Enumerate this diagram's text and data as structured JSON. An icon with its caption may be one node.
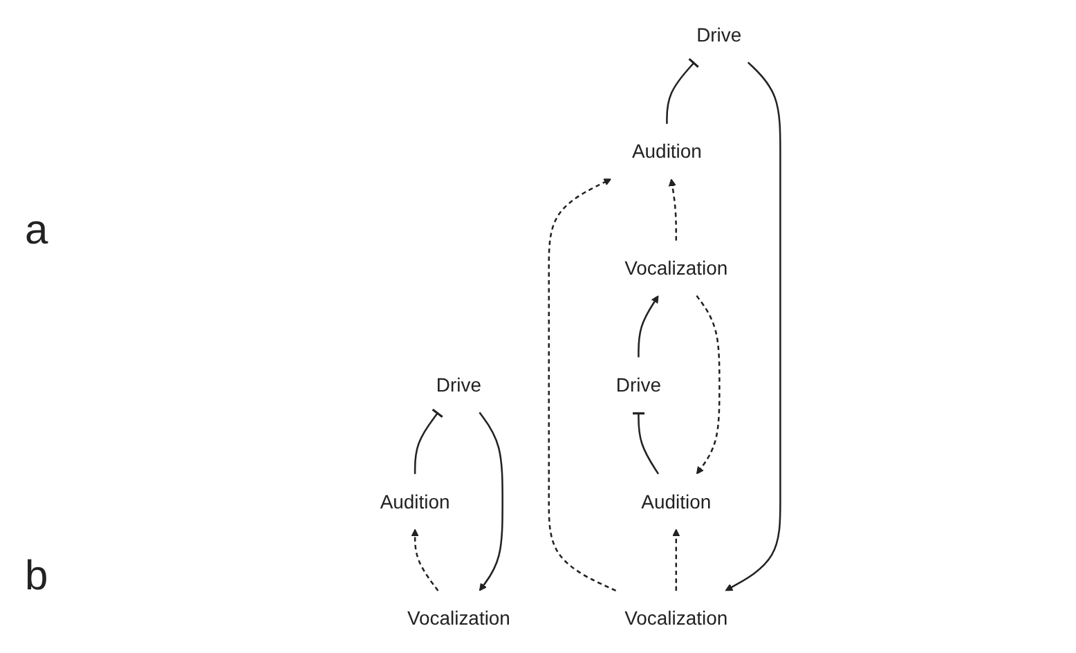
{
  "diagram": {
    "nodes": [
      {
        "text": [
          "Vocalization"
        ]
      },
      {
        "text": [
          "Drive"
        ]
      },
      {
        "text": [
          "Audition"
        ]
      },
      {
        "text": [
          "Vocalization"
        ]
      },
      {
        "text": [
          "Vocalization"
        ]
      },
      {
        "text": [
          "Drive"
        ]
      },
      {
        "text": [
          "Audition"
        ]
      },
      {
        "text": [
          "Audition"
        ]
      },
      {
        "text": [
          "Drive"
        ]
      }
    ],
    "edges": [
      {
        "from": 1,
        "to": 0,
        "arrow": "to"
      },
      {
        "from": 0,
        "to": 2,
        "arrow": "to",
        "style": "dashed"
      },
      {
        "from": 2,
        "to": 1,
        "arrow": "other"
      },
      {
        "from": 5,
        "to": 3,
        "arrow": "to"
      },
      {
        "from": 3,
        "to": 6,
        "arrow": "to",
        "style": "dashed"
      },
      {
        "from": 3,
        "to": 7,
        "arrow": "to",
        "style": "dashed"
      },
      {
        "from": 4,
        "to": 6,
        "arrow": "to",
        "style": "dashed"
      },
      {
        "from": 4,
        "to": 7,
        "arrow": "to",
        "style": "dashed"
      },
      {
        "from": 6,
        "to": 5,
        "arrow": "other"
      },
      {
        "from": 8,
        "to": 4,
        "arrow": "to"
      },
      {
        "from": 7,
        "to": 8,
        "arrow": "other"
      }
    ],
    "labels": [
      "a",
      "b"
    ]
  }
}
